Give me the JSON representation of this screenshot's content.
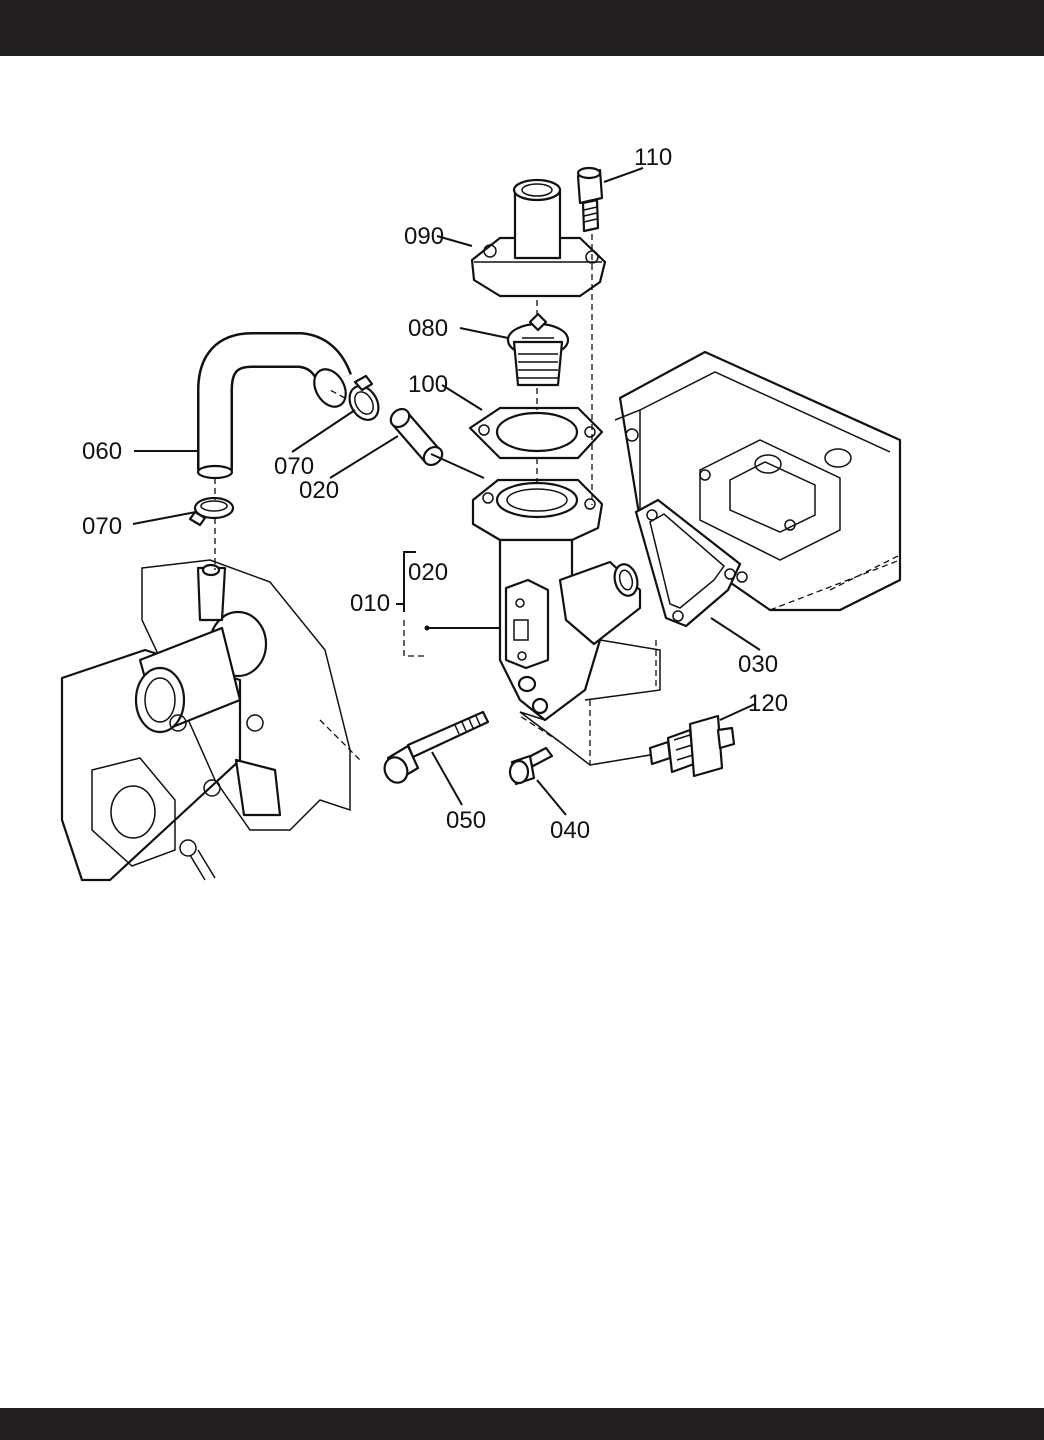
{
  "labels": {
    "p110": "110",
    "p090": "090",
    "p080": "080",
    "p100": "100",
    "p060": "060",
    "p070a": "070",
    "p020a": "020",
    "p070b": "070",
    "p020b": "020",
    "p010": "010",
    "p030": "030",
    "p120": "120",
    "p050": "050",
    "p040": "040"
  },
  "colors": {
    "ink": "#111111",
    "bar": "#231f20",
    "paper": "#ffffff"
  }
}
